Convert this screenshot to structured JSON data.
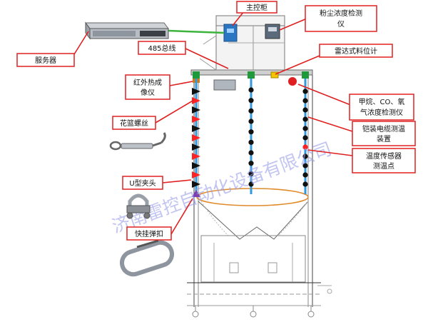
{
  "labels": {
    "server": "服务器",
    "main_cabinet": "主控柜",
    "dust_meter": [
      "粉尘浓度检测",
      "仪"
    ],
    "bus_485": "485总线",
    "radar_level": "雷达式料位计",
    "infrared": [
      "红外热成",
      "像仪"
    ],
    "gas_meter": [
      "甲烷、CO、氧",
      "气浓度检测仪"
    ],
    "turnbuckle": "花篮螺丝",
    "armored_cable": [
      "铠装电缆测温",
      "装置"
    ],
    "temp_sensor": [
      "温度传感器",
      "测温点"
    ],
    "u_clamp": "U型夹头",
    "snap_hook": "快挂弹扣"
  },
  "watermark": "济南雷控自动化设备有限公司",
  "colors": {
    "callout_border": "#e02020",
    "leader_line": "#e02020",
    "bus_line": "#3cb43c",
    "cable_blue": "#3399dd",
    "sensor_dot": "#111111",
    "sensor_hot": "#ff2222",
    "level_ellipse": "#e08a2a",
    "watermark": "#9aa0e8"
  }
}
